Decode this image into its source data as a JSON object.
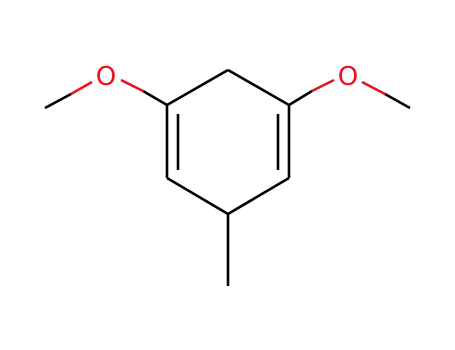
{
  "molecule": {
    "atoms": [
      {
        "id": "c1",
        "element": "C",
        "label": ""
      },
      {
        "id": "c2",
        "element": "C",
        "label": ""
      },
      {
        "id": "c3",
        "element": "C",
        "label": ""
      },
      {
        "id": "c4",
        "element": "C",
        "label": ""
      },
      {
        "id": "c5",
        "element": "C",
        "label": ""
      },
      {
        "id": "c6",
        "element": "C",
        "label": ""
      },
      {
        "id": "o_left",
        "element": "O",
        "label": "O"
      },
      {
        "id": "o_right",
        "element": "O",
        "label": "O"
      },
      {
        "id": "me_left",
        "element": "C",
        "label": ""
      },
      {
        "id": "me_right",
        "element": "C",
        "label": ""
      },
      {
        "id": "me_bottom",
        "element": "C",
        "label": ""
      }
    ],
    "bonds": [
      {
        "from": "c1",
        "to": "c2",
        "order": 1
      },
      {
        "from": "c2",
        "to": "c3",
        "order": 1
      },
      {
        "from": "c3",
        "to": "c4",
        "order": 2
      },
      {
        "from": "c4",
        "to": "c5",
        "order": 1
      },
      {
        "from": "c5",
        "to": "c6",
        "order": 1
      },
      {
        "from": "c6",
        "to": "c1",
        "order": 2
      },
      {
        "from": "c1",
        "to": "o_left",
        "order": 1
      },
      {
        "from": "o_left",
        "to": "me_left",
        "order": 1
      },
      {
        "from": "c3",
        "to": "o_right",
        "order": 1
      },
      {
        "from": "o_right",
        "to": "me_right",
        "order": 1
      },
      {
        "from": "c5",
        "to": "me_bottom",
        "order": 1
      }
    ]
  },
  "colors": {
    "carbon_bond": "#000000",
    "oxygen": "#e8141e",
    "background": "#ffffff"
  }
}
